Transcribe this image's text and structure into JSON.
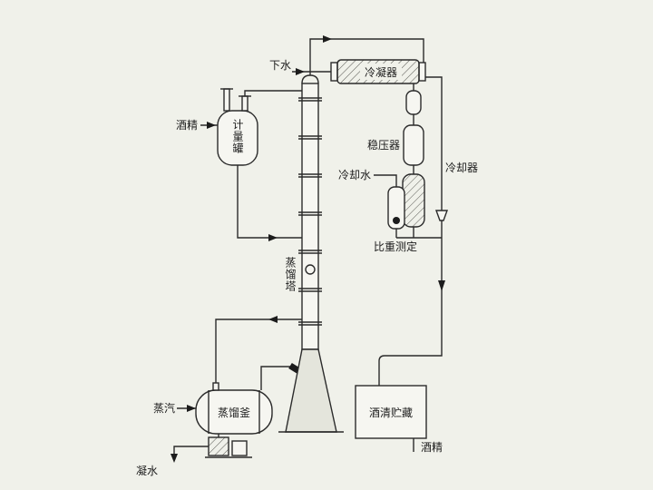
{
  "colors": {
    "background": "#f0f1ea",
    "line": "#2b2b2b",
    "vessel_fill": "#f6f6f1",
    "text": "#1c1c1c"
  },
  "labels": {
    "drain_water": "下水",
    "condenser": "冷凝器",
    "alcohol_feed": "酒精",
    "metering_tank": "计量罐",
    "stabilizer": "稳压器",
    "cooling_water": "冷却水",
    "cooler": "冷却器",
    "density_measurement": "比重测定",
    "distillation_column": "蒸馏塔",
    "distillation_kettle": "蒸馏釜",
    "steam": "蒸汽",
    "condensate": "凝水",
    "storage": "酒清贮藏",
    "alcohol_out": "酒精"
  }
}
